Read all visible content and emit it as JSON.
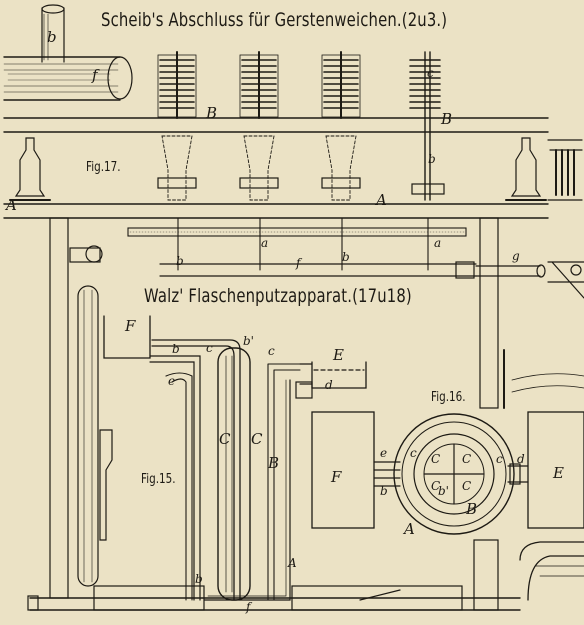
{
  "titles": {
    "top": "Scheib's Abschluss für Gerstenweichen.(2u3.)",
    "middle": "Walz' Flaschenputzapparat.(17u18)"
  },
  "figures": {
    "fig17": "Fig.17.",
    "fig16": "Fig.16.",
    "fig15": "Fig.15."
  },
  "labels": {
    "b": "b",
    "f": "f",
    "B": "B",
    "c": "c",
    "A": "A",
    "a": "a",
    "g": "g",
    "F": "F",
    "E": "E",
    "C": "C",
    "d": "d",
    "e": "e",
    "b_prime": "b'"
  },
  "colors": {
    "paper": "#ebe2c5",
    "ink": "#1d1a14"
  }
}
